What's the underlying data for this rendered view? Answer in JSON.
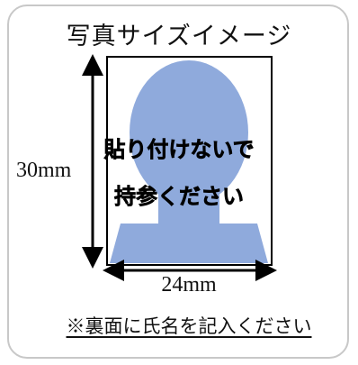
{
  "title": "写真サイズイメージ",
  "photo": {
    "instruction_line1": "貼り付けないで",
    "instruction_line2": "持参ください"
  },
  "dimensions": {
    "height_label": "30mm",
    "width_label": "24mm"
  },
  "note": "※裏面に氏名を記入ください",
  "colors": {
    "silhouette": "#8faadc",
    "border": "#c8c8c8",
    "frame": "#000000"
  }
}
